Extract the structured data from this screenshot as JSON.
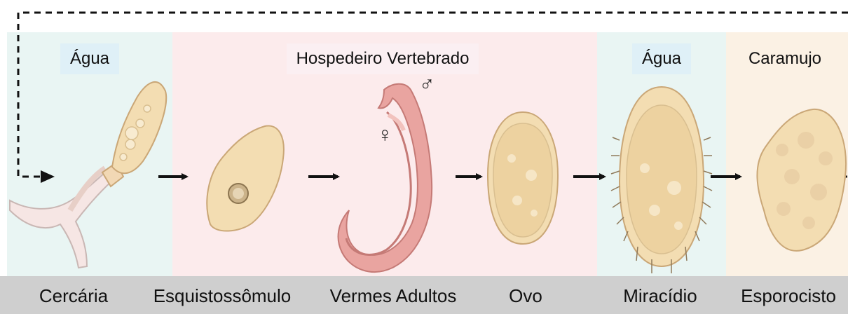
{
  "colors": {
    "water": "#e9f5f3",
    "host": "#fcebec",
    "snail": "#fbf1e4",
    "stage_bar": "#cfcfcf",
    "organism_fill": "#f3ddb2",
    "worm_fill": "#e9a4a0",
    "arrow": "#111111"
  },
  "zones": {
    "water1": {
      "label": "Água"
    },
    "host": {
      "label": "Hospedeiro Vertebrado"
    },
    "water2": {
      "label": "Água"
    },
    "snail": {
      "label": "Caramujo"
    }
  },
  "stages": [
    {
      "name": "Cercária",
      "icon": "cercaria-icon"
    },
    {
      "name": "Esquistossômulo",
      "icon": "schistosomulum-icon"
    },
    {
      "name": "Vermes Adultos",
      "icon": "adult-worms-icon"
    },
    {
      "name": "Ovo",
      "icon": "egg-icon"
    },
    {
      "name": "Miracídio",
      "icon": "miracidium-icon"
    },
    {
      "name": "Esporocisto",
      "icon": "sporocyst-icon"
    }
  ],
  "symbols": {
    "male": "♂",
    "female": "♀"
  }
}
